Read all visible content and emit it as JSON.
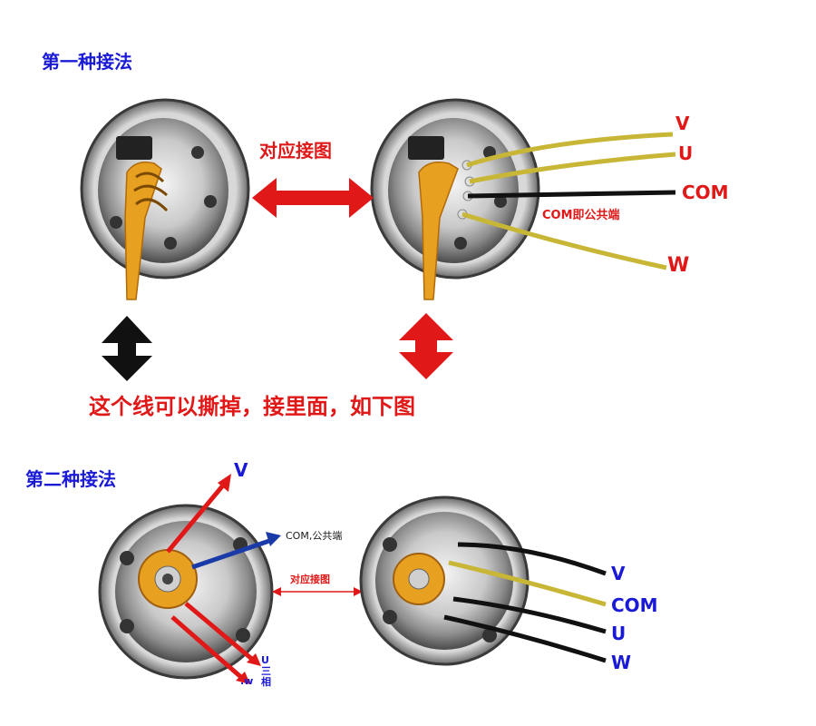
{
  "section1": {
    "title": "第一种接法",
    "center_label": "对应接图",
    "wire_labels": {
      "v": "V",
      "u": "U",
      "com": "COM",
      "w": "W"
    },
    "com_note": "COM即公共端",
    "caption": "这个线可以撕掉，接里面，如下图"
  },
  "section2": {
    "title": "第二种接法",
    "center_label": "对应接图",
    "arrow_labels": {
      "v": "V",
      "com": "COM,公共端",
      "u": "U三相",
      "w": ".w"
    },
    "wire_labels": {
      "v": "V",
      "com": "COM",
      "u": "U",
      "w": "W"
    }
  },
  "colors": {
    "title_blue": "#1a1ad6",
    "arrow_red": "#e01818",
    "arrow_blue": "#1a3aa8",
    "wire_yellow": "#c8b636",
    "flex_orange": "#e8a020"
  }
}
